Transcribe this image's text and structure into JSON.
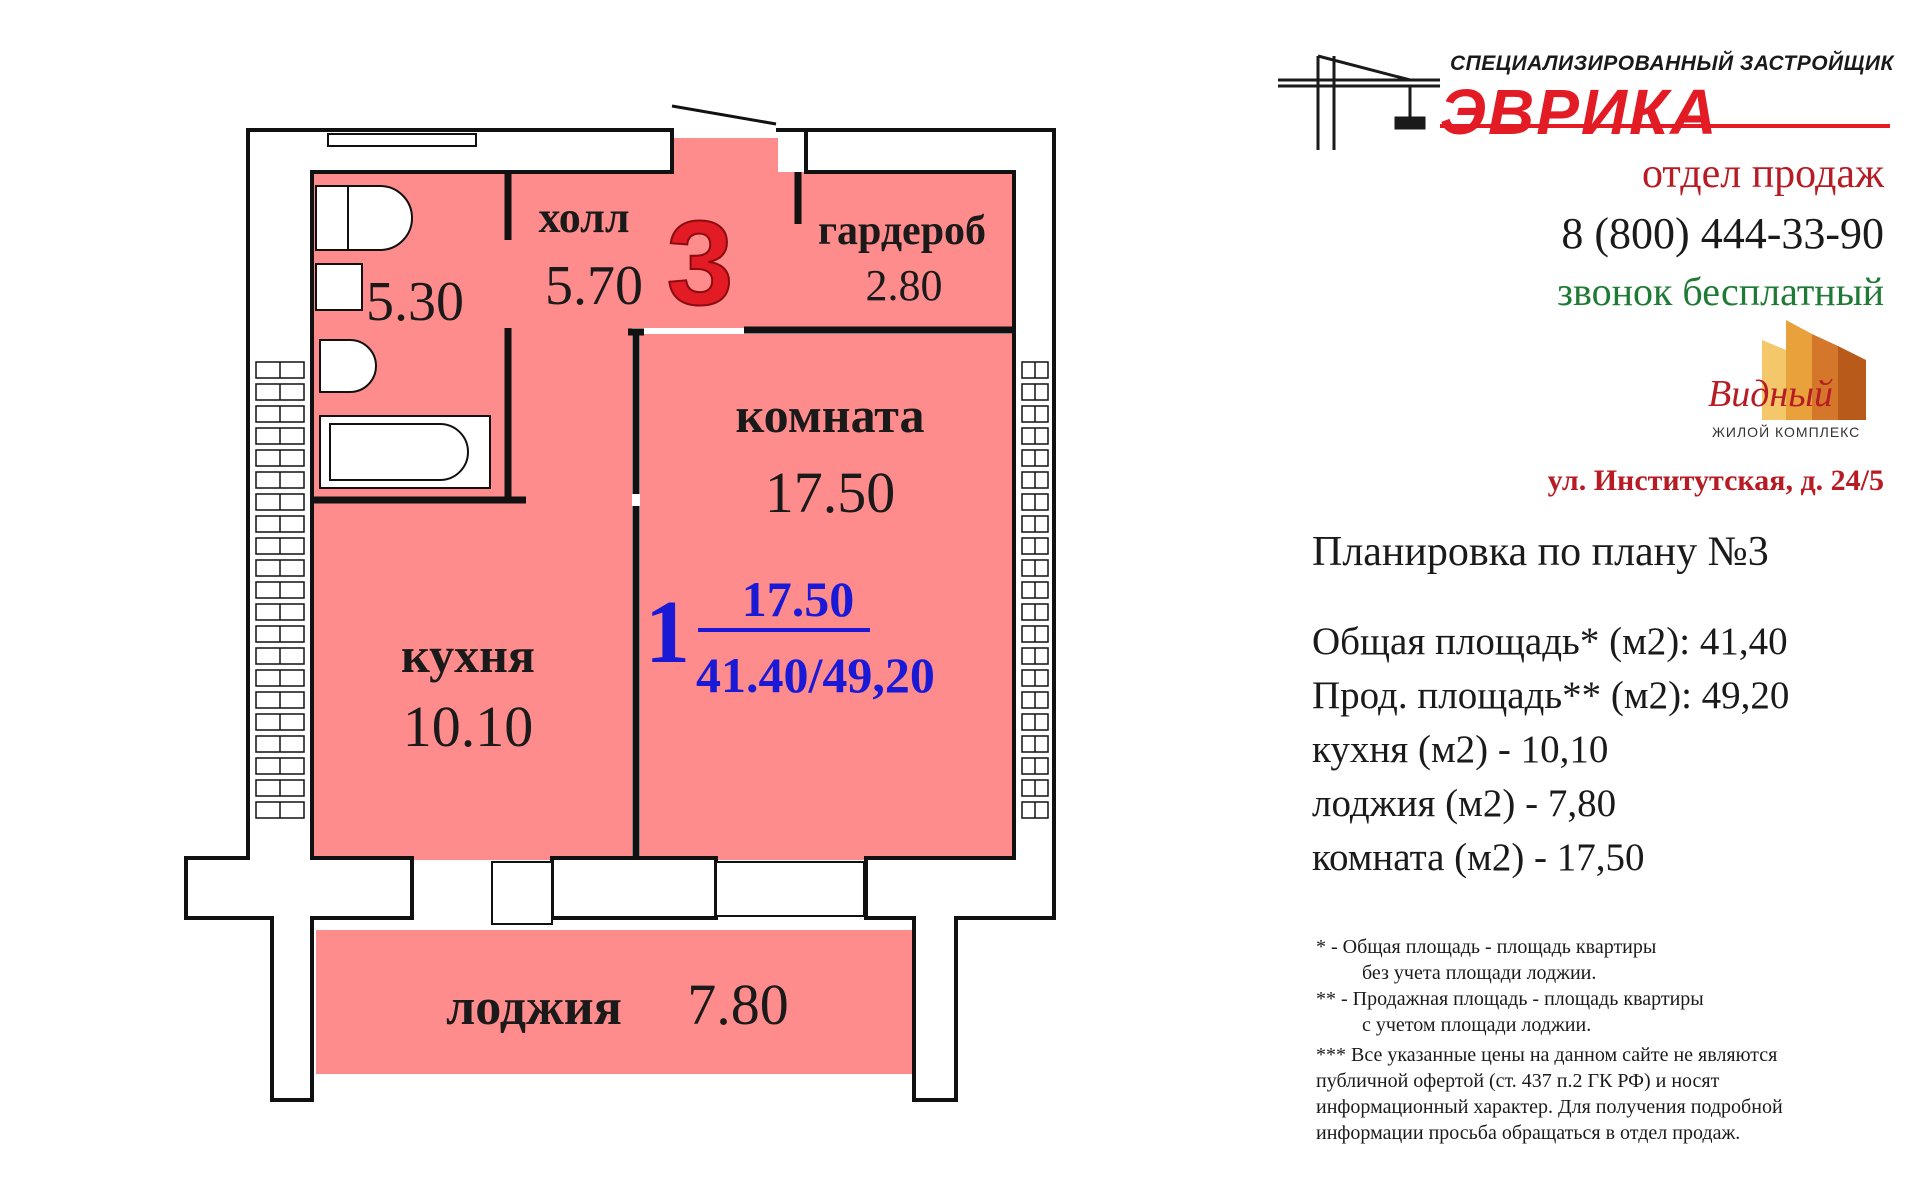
{
  "brand": {
    "top_text": "СПЕЦИАЛИЗИРОВАННЫЙ ЗАСТРОЙЩИК",
    "name": "ЭВРИКА",
    "color": "#e21b24"
  },
  "contact": {
    "sales": "отдел продаж",
    "phone": "8 (800) 444-33-90",
    "free_call": "звонок бесплатный"
  },
  "complex": {
    "name": "Видный",
    "subtitle": "ЖИЛОЙ КОМПЛЕКС"
  },
  "address": "ул. Институтская, д. 24/5",
  "plan_title": "Планировка по плану №3",
  "specs": [
    "Общая площадь*  (м2): 41,40",
    "Прод. площадь**  (м2): 49,20",
    "кухня (м2) - 10,10",
    "лоджия (м2) - 7,80",
    "комната (м2) - 17,50"
  ],
  "notes": [
    {
      "text": "*   - Общая площадь - площадь квартиры",
      "indent": false
    },
    {
      "text": "без учета площади лоджии.",
      "indent": true
    },
    {
      "text": "** - Продажная площадь - площадь квартиры",
      "indent": false
    },
    {
      "text": "с учетом  площади лоджии.",
      "indent": true
    },
    {
      "text": "*** Все указанные цены на данном сайте не являются",
      "indent": false
    },
    {
      "text": "публичной офертой  (ст. 437 п.2 ГК РФ) и носят",
      "indent": false
    },
    {
      "text": "информационный характер.  Для получения подробной",
      "indent": false
    },
    {
      "text": "информации просьба обращаться в отдел продаж.",
      "indent": false
    }
  ],
  "plan": {
    "apartment_number": "3",
    "room_fill": "#ff8c8c",
    "rooms": {
      "bathroom_area": "5.30",
      "hall_label": "холл",
      "hall_area": "5.70",
      "wardrobe_label": "гардероб",
      "wardrobe_area": "2.80",
      "room_label": "комната",
      "room_area": "17.50",
      "kitchen_label": "кухня",
      "kitchen_area": "10.10",
      "loggia_label": "лоджия",
      "loggia_area": "7.80"
    },
    "summary": {
      "rooms_count": "1",
      "living_area": "17.50",
      "total_area": "41.40/49,20",
      "color": "#1a1ad6"
    }
  }
}
